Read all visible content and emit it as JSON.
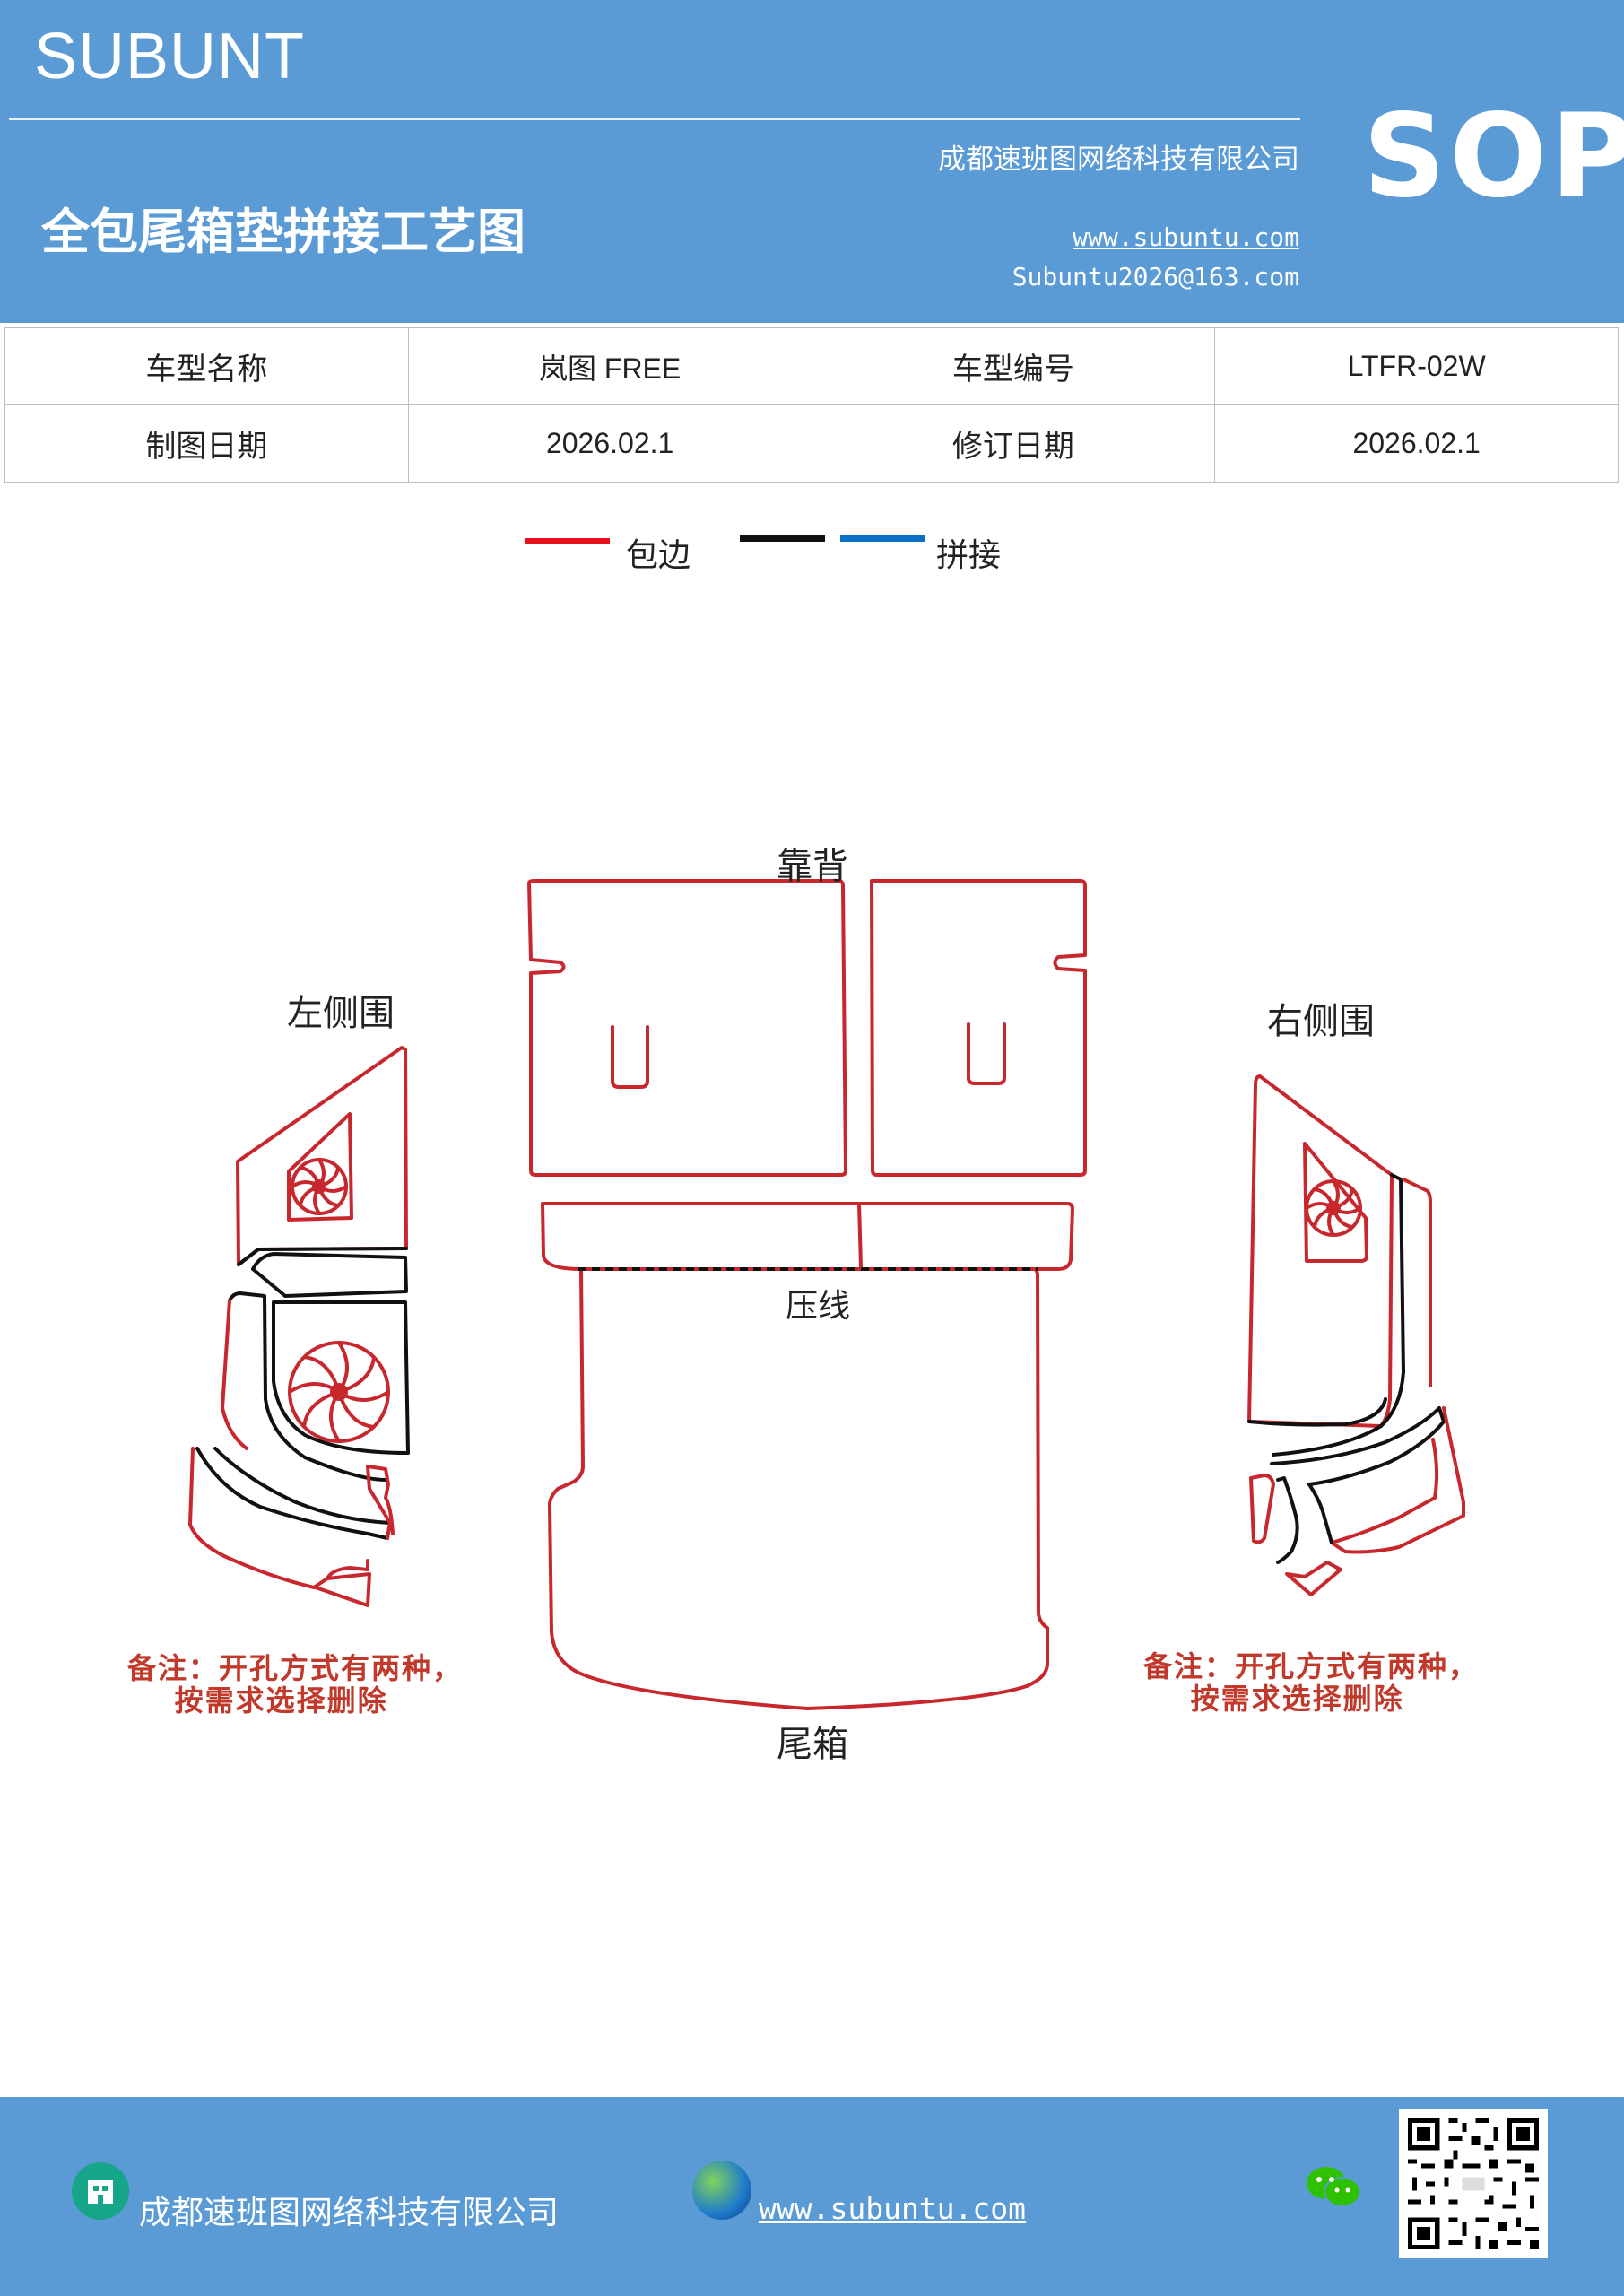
{
  "header": {
    "brand": "SUBUNT",
    "badge": "SOP",
    "company": "成都速班图网络科技有限公司",
    "title": "全包尾箱垫拼接工艺图",
    "website": "www.subuntu.com",
    "email": "Subuntu2026@163.com",
    "background_color": "#5b9bd5"
  },
  "info_table": {
    "rows": [
      [
        "车型名称",
        "岚图 FREE",
        "车型编号",
        "LTFR-02W"
      ],
      [
        "制图日期",
        "2026.02.1",
        "修订日期",
        "2026.02.1"
      ]
    ]
  },
  "legend": {
    "items": [
      {
        "color": "#e8101a",
        "label": "包边"
      },
      {
        "color": "#111111",
        "label": ""
      },
      {
        "color": "#0a6fc7",
        "label": "拼接"
      }
    ]
  },
  "diagram": {
    "labels": {
      "backrest": "靠背",
      "left_side": "左侧围",
      "right_side": "右侧围",
      "crease": "压线",
      "trunk": "尾箱"
    },
    "note_left": "备注：开孔方式有两种，\n    按需求选择删除",
    "note_right": "备注：开孔方式有两种，\n    按需求选择删除",
    "edge_color": "#c8282d"
  },
  "footer": {
    "company": "成都速班图网络科技有限公司",
    "website": "www.subuntu.com "
  }
}
